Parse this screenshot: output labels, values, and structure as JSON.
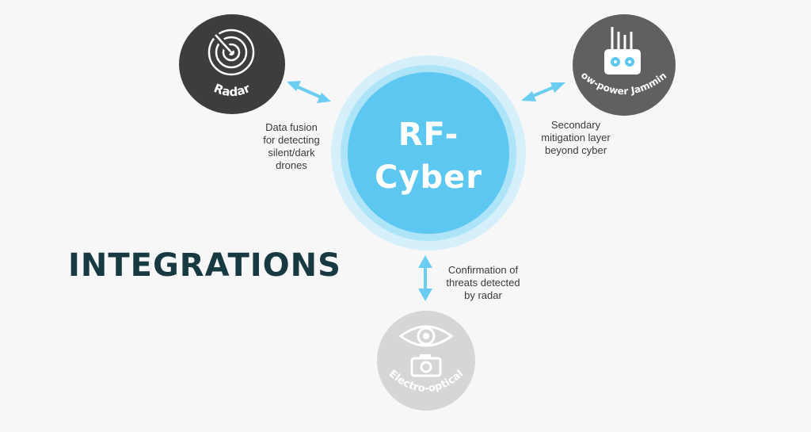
{
  "heading": "INTEGRATIONS",
  "center": {
    "line1": "RF-",
    "line2": "Cyber"
  },
  "nodes": {
    "radar": {
      "label": "Radar",
      "icon": "radar-icon"
    },
    "jamming": {
      "label": "Low-power Jamming",
      "icon": "jammer-icon"
    },
    "electro_optical": {
      "label": "Electro-optical",
      "icon": "eye-camera-icon"
    }
  },
  "captions": {
    "radar": [
      "Data fusion",
      "for detecting",
      "silent/dark",
      "drones"
    ],
    "jamming": [
      "Secondary",
      "mitigation layer",
      "beyond cyber"
    ],
    "electro_optical": [
      "Confirmation of",
      "threats detected",
      "by radar"
    ]
  },
  "colors": {
    "accent": "#5cc8f2",
    "arrow": "#6ccdf2",
    "heading": "#173a42",
    "radar_bg": "#3d3d3d",
    "jamming_bg": "#606060",
    "eo_bg": "#d6d6d6"
  }
}
